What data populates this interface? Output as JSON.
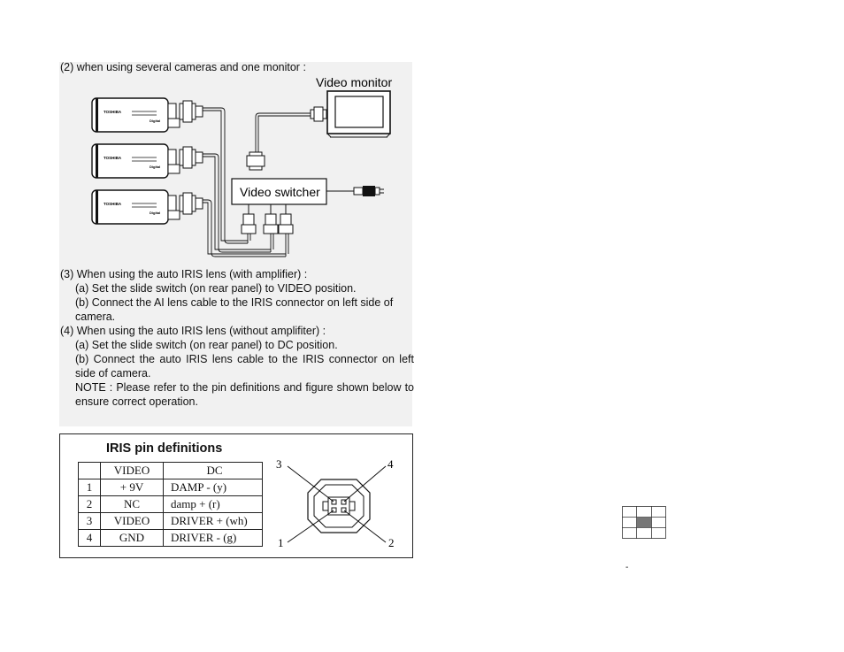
{
  "heading": "(2) when using several cameras and one monitor :",
  "diagram": {
    "monitor_label": "Video monitor",
    "switcher_label": "Video switcher",
    "camera_brand": "TOSHIBA",
    "camera_badge": "Digital"
  },
  "steps": [
    "(3) When using the auto IRIS lens (with amplifier) :",
    "(a) Set the slide switch (on rear panel) to VIDEO position.",
    "(b) Connect the AI lens cable to the IRIS connector on left side of camera.",
    "(4) When using the auto IRIS lens (without amplifiter) :",
    "(a) Set the slide switch (on rear panel) to DC position.",
    "(b) Connect the auto IRIS lens cable to the IRIS connector on left side of camera.",
    "NOTE : Please refer to the pin definitions and figure shown below to ensure correct operation."
  ],
  "iris": {
    "title": "IRIS pin definitions",
    "headers": [
      "",
      "VIDEO",
      "DC"
    ],
    "rows": [
      [
        "1",
        "+ 9V",
        "DAMP - (y)"
      ],
      [
        "2",
        "NC",
        "damp + (r)"
      ],
      [
        "3",
        "VIDEO",
        "DRIVER + (wh)"
      ],
      [
        "4",
        "GND",
        "DRIVER - (g)"
      ]
    ],
    "pin_labels": [
      "3",
      "4",
      "1",
      "2"
    ]
  },
  "stray_mark": "-"
}
